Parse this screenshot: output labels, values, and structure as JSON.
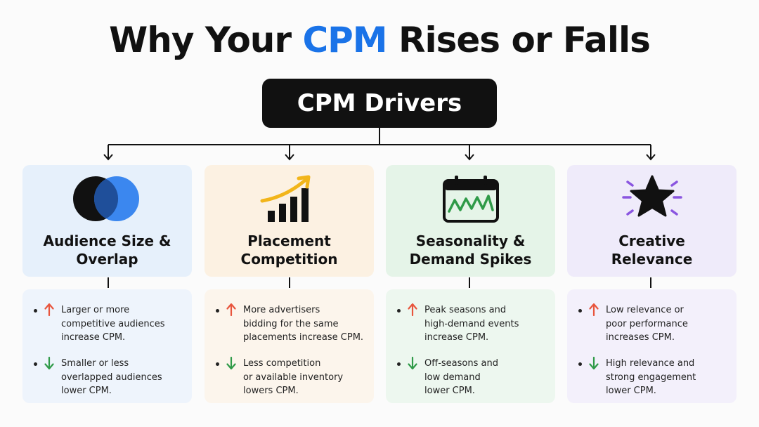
{
  "title": {
    "prefix": "Why Your ",
    "accent": "CPM",
    "suffix": " Rises or Falls"
  },
  "root": {
    "label": "CPM Drivers"
  },
  "colors": {
    "accent": "#1a73e8",
    "up_arrow": "#e8553d",
    "down_arrow": "#2f9a48",
    "chart_yellow": "#f2b51a",
    "calendar_line": "#2f9a48",
    "star_rays": "#8a55e0"
  },
  "drivers": [
    {
      "heading": "Audience Size &\nOverlap",
      "icon": "overlapping-circles-icon",
      "up_text": "Larger or more\ncompetitive audiences\nincrease CPM.",
      "down_text": "Smaller or less\noverlapped audiences\nlower CPM."
    },
    {
      "heading": "Placement\nCompetition",
      "icon": "growth-bar-chart-icon",
      "up_text": "More advertisers\nbidding for the same\nplacements increase CPM.",
      "down_text": "Less competition\nor available inventory\nlowers CPM."
    },
    {
      "heading": "Seasonality &\nDemand Spikes",
      "icon": "calendar-spike-icon",
      "up_text": "Peak seasons and\nhigh-demand events\nincrease CPM.",
      "down_text": "Off-seasons and\nlow demand\nlower CPM."
    },
    {
      "heading": "Creative\nRelevance",
      "icon": "sparkling-star-icon",
      "up_text": "Low relevance or\npoor performance\nincreases CPM.",
      "down_text": "High relevance and\nstrong engagement\nlower CPM."
    }
  ]
}
